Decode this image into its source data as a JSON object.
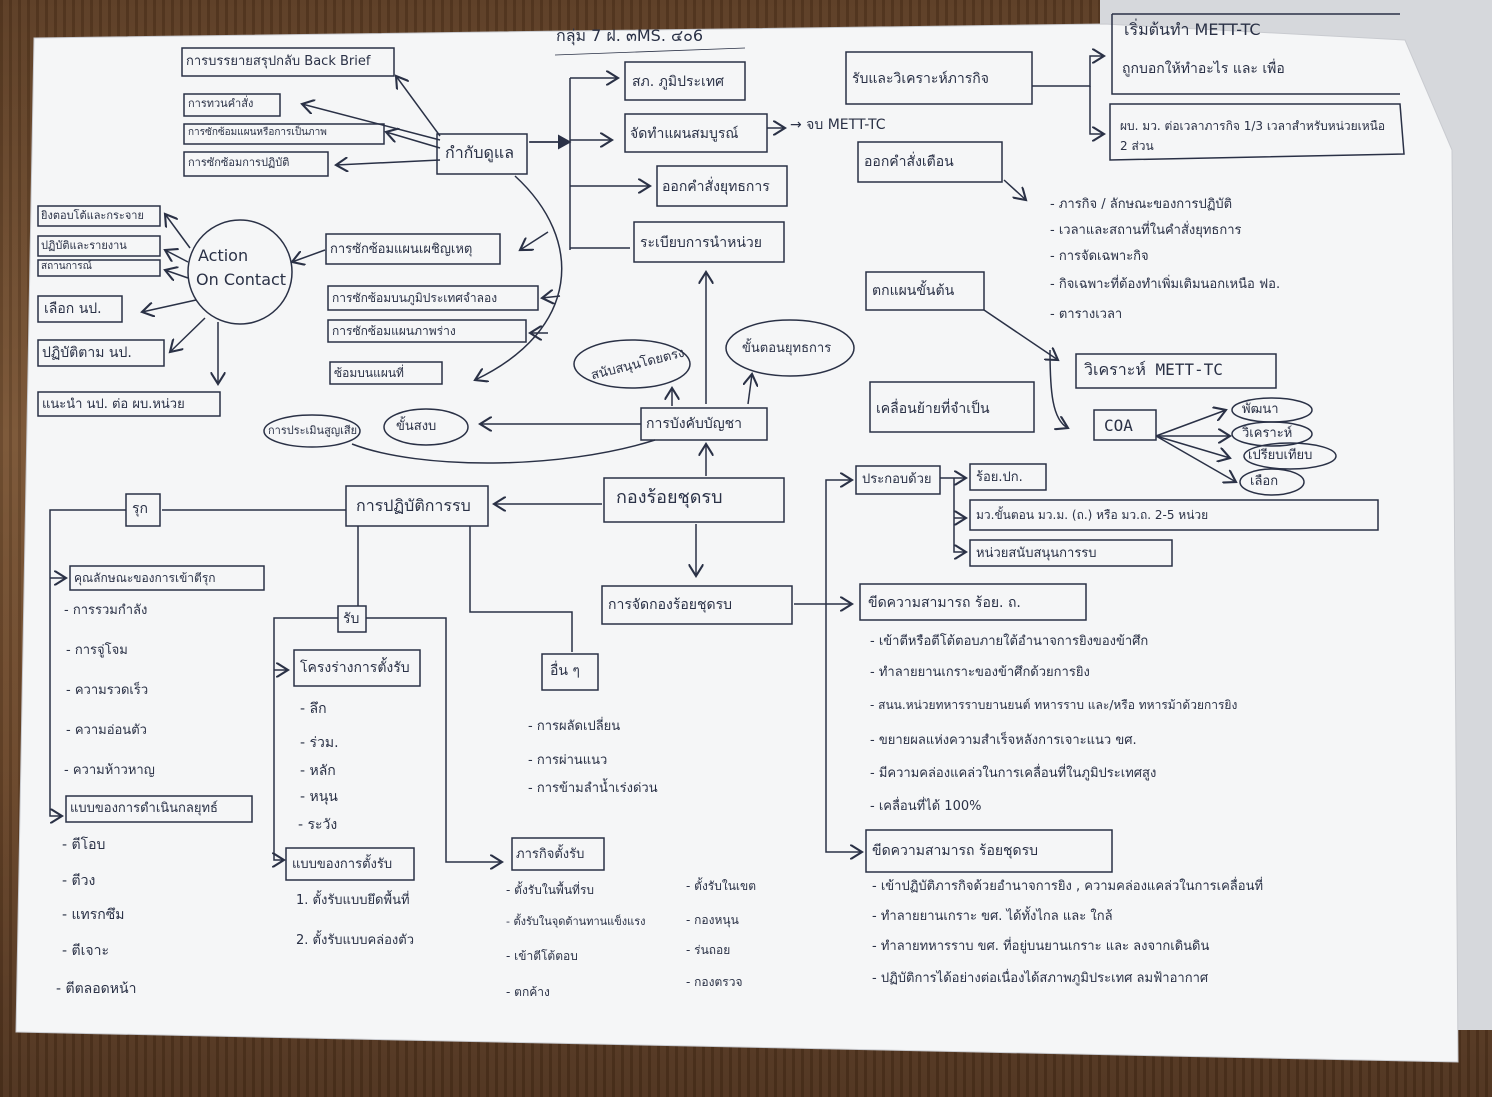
{
  "header": {
    "title": "กลุ่ม 7 ฝ. ๓MS. ๔๐6"
  },
  "center": {
    "main": "กองร้อยชุดรบ"
  },
  "top": {
    "commander": "กำกับดูแล",
    "items": [
      "สภ. ภูมิประเทศ",
      "จัดทำแผนสมบูรณ์",
      "ออกคำสั่งยุทธการ",
      "ระเบียบการนำหน่วย"
    ],
    "mett_note": "→ จบ METT-TC",
    "commander_children": [
      "การบรรยายสรุปกลับ Back Brief",
      "การทวนคำสั่ง",
      "การซักซ้อมแผนหรือการเป็นภาพ",
      "การซักซ้อมการปฏิบัติ"
    ],
    "rehearsals": [
      "การซักซ้อมแผนเผชิญเหตุ",
      "การซักซ้อมบนภูมิประเทศจำลอง",
      "การซักซ้อมแผนภาพร่าง",
      "ซ้อมบนแผนที่"
    ]
  },
  "action": {
    "title_1": "Action",
    "title_2": "On Contact",
    "items": [
      "ยิงตอบโต้และกระจาย",
      "ปฏิบัติและรายงาน",
      "สถานการณ์",
      "เลือก นป.",
      "ปฏิบัติตาม นป.",
      "แนะนำ นป. ต่อ ผบ.หน่วย"
    ]
  },
  "command_control": {
    "title": "การบังคับบัญชา",
    "support": "สนับสนุนโดยตรง",
    "ops": "ขั้นตอนยุทธการ",
    "loss": "การประเมินสูญเสีย",
    "terrain": "ขั้นสงบ"
  },
  "right_top": {
    "receive": "รับและวิเคราะห์ภารกิจ",
    "start": "เริ่มต้นทำ METT-TC",
    "start_2": "ถูกบอกให้ทำอะไร และ เพื่อ",
    "ratio": "ผบ. มว. ต่อเวลาภารกิจ 1/3 เวลาสำหรับหน่วยเหนือ 2 ส่วน",
    "warning": "ออกคำสั่งเตือน",
    "warning_list": [
      "- ภารกิจ / ลักษณะของการปฏิบัติ",
      "- เวลาและสถานที่ในคำสั่งยุทธการ",
      "- การจัดเฉพาะกิจ",
      "- กิจเฉพาะที่ต้องทำเพิ่มเติมนอกเหนือ ฟอ.",
      "- ตารางเวลา"
    ],
    "plan": "ตกแผนขั้นต้น",
    "mett": "วิเคราะห์ METT-TC",
    "coa": "COA",
    "coa_items": [
      "พัฒนา",
      "วิเคราะห์",
      "เปรียบเทียบ",
      "เลือก"
    ],
    "move": "เคลื่อนย้ายที่จำเป็น"
  },
  "right_mid": {
    "compose": "ประกอบด้วย",
    "compose_items": [
      "ร้อย.ปก.",
      "มว.ขั้นตอน มว.ม. (ถ.) หรือ มว.ถ. 2-5 หน่วย",
      "หน่วยสนับสนุนการรบ"
    ],
    "organize": "การจัดกองร้อยชุดรบ",
    "cap1_title": "ขีดความสามารถ ร้อย. ถ.",
    "cap1": [
      "- เข้าตีหรือตีโต้ตอบภายใต้อำนาจการยิงของข้าศึก",
      "- ทำลายยานเกราะของข้าศึกด้วยการยิง",
      "- สนน.หน่วยทหารราบยานยนต์ ทหารราบ และ/หรือ ทหารม้าด้วยการยิง",
      "- ขยายผลแห่งความสำเร็จหลังการเจาะแนว ขศ.",
      "- มีความคล่องแคล่วในการเคลื่อนที่ในภูมิประเทศสูง",
      "- เคลื่อนที่ได้ 100%"
    ],
    "cap2_title": "ขีดความสามารถ ร้อยชุดรบ",
    "cap2": [
      "- เข้าปฏิบัติภารกิจด้วยอำนาจการยิง , ความคล่องแคล่วในการเคลื่อนที่",
      "- ทำลายยานเกราะ ขศ. ได้ทั้งไกล และ ใกล้",
      "- ทำลายทหารราบ ขศ. ที่อยู่บนยานเกราะ และ ลงจากเดินดิน",
      "- ปฏิบัติการได้อย่างต่อเนื่องได้สภาพภูมิประเทศ ลมฟ้าอากาศ"
    ]
  },
  "left_bottom": {
    "ops": "การปฏิบัติการรบ",
    "attack": "รุก",
    "attack_char": "คุณลักษณะของการเข้าตีรุก",
    "attack_items": [
      "- การรวมกำลัง",
      "- การจู่โจม",
      "- ความรวดเร็ว",
      "- ความอ่อนตัว",
      "- ความห้าวหาญ"
    ],
    "attack_forms_title": "แบบของการดำเนินกลยุทธ์",
    "attack_forms": [
      "- ตีโอบ",
      "- ตีวง",
      "- แทรกซึม",
      "- ตีเจาะ",
      "- ตีตลอดหน้า"
    ],
    "defend": "รับ",
    "defend_struct": "โครงร่างการตั้งรับ",
    "defend_items": [
      "- ลึก",
      "- ร่วม.",
      "- หลัก",
      "- หนุน",
      "- ระวัง"
    ],
    "defend_forms_title": "แบบของการตั้งรับ",
    "defend_forms": [
      "1. ตั้งรับแบบยึดพื้นที่",
      "2. ตั้งรับแบบคล่องตัว"
    ],
    "other": "อื่น ๆ",
    "other_items": [
      "- การผลัดเปลี่ยน",
      "- การผ่านแนว",
      "- การข้ามลำน้ำเร่งด่วน"
    ],
    "mission": "ภารกิจตั้งรับ",
    "mission_left": [
      "- ตั้งรับในพื้นที่รบ",
      "- ตั้งรับในจุดต้านทานแข็งแรง",
      "- เข้าตีโต้ตอบ",
      "- ตกค้าง"
    ],
    "mission_right": [
      "- ตั้งรับในเขต",
      "- กองหนุน",
      "- ร่นถอย",
      "- กองตรวจ"
    ]
  }
}
